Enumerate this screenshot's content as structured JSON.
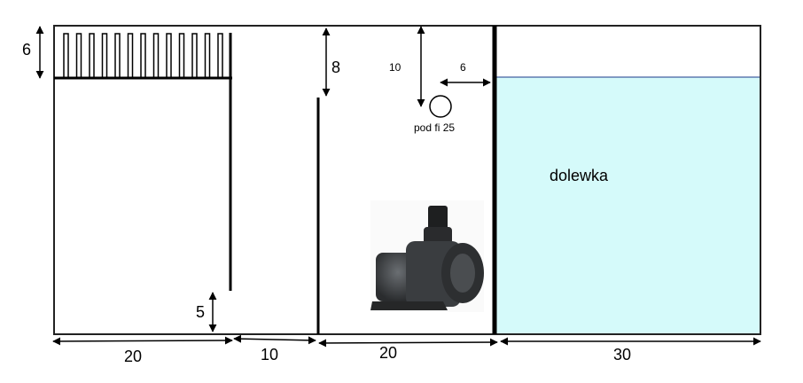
{
  "labels": {
    "filter_height": "6",
    "baffle_gap_top": "8",
    "outlet_depth": "10",
    "outlet_offset": "6",
    "outlet_caption": "pod fi 25",
    "bottom_gap": "5",
    "topoff_label": "dolewka",
    "width_1": "20",
    "width_2": "10",
    "width_3": "20",
    "width_4": "30"
  },
  "colors": {
    "water": "#d5fafa",
    "line": "#000000",
    "pump": "#3a3d40"
  },
  "icons": {
    "pump": "return-pump-image"
  }
}
